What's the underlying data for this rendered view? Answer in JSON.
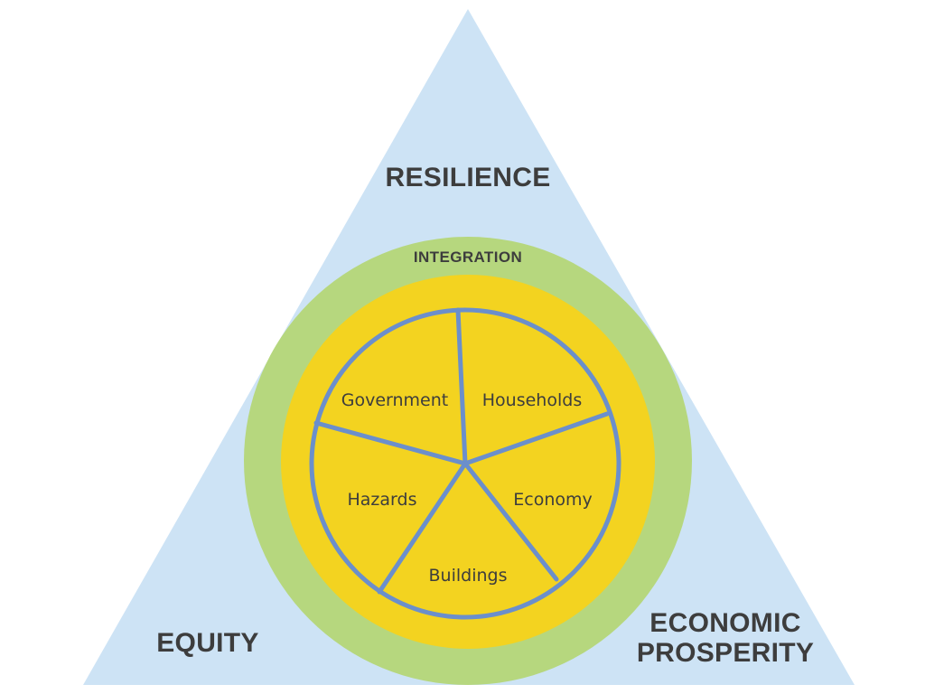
{
  "labels": {
    "top": "RESILIENCE",
    "bottom_left": "EQUITY",
    "bottom_right_line1": "ECONOMIC",
    "bottom_right_line2": "PROSPERITY",
    "ring": "INTEGRATION"
  },
  "slices": [
    {
      "label": "Households"
    },
    {
      "label": "Economy"
    },
    {
      "label": "Buildings"
    },
    {
      "label": "Hazards"
    },
    {
      "label": "Government"
    }
  ],
  "colors": {
    "triangle": "#cde3f5",
    "ring": "#b6d77e",
    "disc": "#f3d320",
    "divider": "#6b8fcb",
    "text": "#3d3d3d"
  }
}
